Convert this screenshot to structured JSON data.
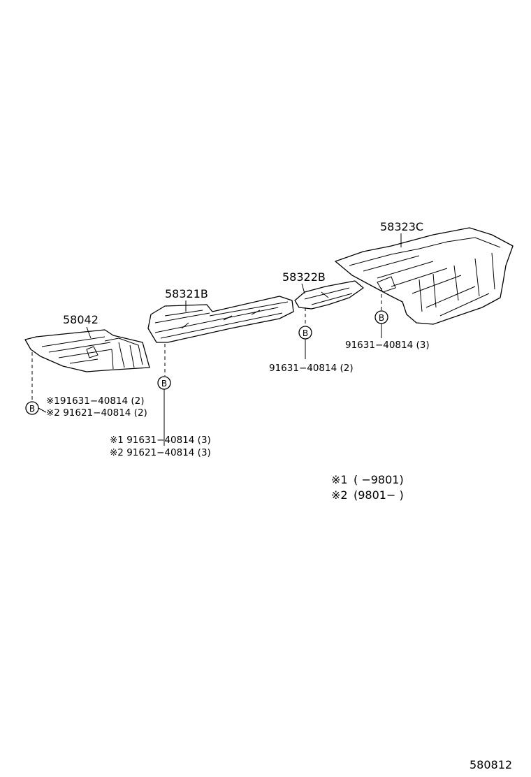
{
  "parts": {
    "p58042": "58042",
    "p58321B": "58321B",
    "p58322B": "58322B",
    "p58323C": "58323C"
  },
  "bolt_symbol": "B",
  "callouts": {
    "left_1": "※191631−40814 (2)",
    "left_2": "※2 91621−40814 (2)",
    "center_1": "※1 91631−40814 (3)",
    "center_2": "※2 91621−40814 (3)",
    "mid": "91631−40814 (2)",
    "right": "91631−40814 (3)"
  },
  "notes": {
    "n1_mark": "※1",
    "n1_text": "(          −9801)",
    "n2_mark": "※2",
    "n2_text": "(9801−          )"
  },
  "figure_code": "580812"
}
